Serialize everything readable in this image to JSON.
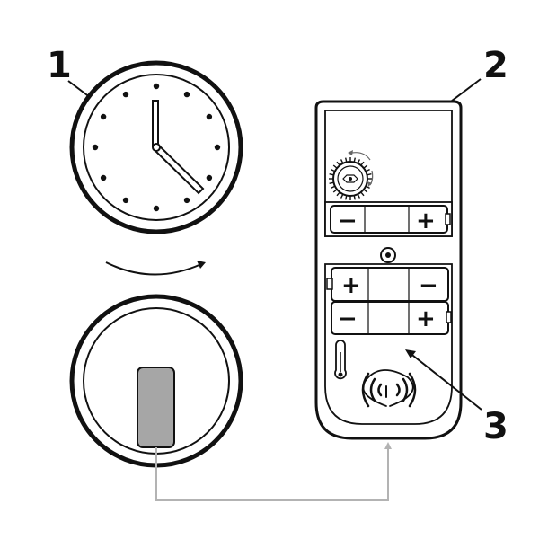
{
  "callouts": {
    "one": "1",
    "two": "2",
    "three": "3"
  },
  "battery_top": {
    "left_sign": "−",
    "right_sign": "+"
  },
  "battery_middle": {
    "left_sign": "+",
    "right_sign": "−"
  },
  "battery_bottom": {
    "left_sign": "−",
    "right_sign": "+"
  },
  "colors": {
    "outline": "#111111",
    "connector": "#b3b3b3",
    "sensor": "#a6a6a6"
  },
  "icons": [
    "clock-face",
    "rotate-arrow",
    "battery",
    "gear-dial",
    "thermometer",
    "wireless-signal"
  ]
}
